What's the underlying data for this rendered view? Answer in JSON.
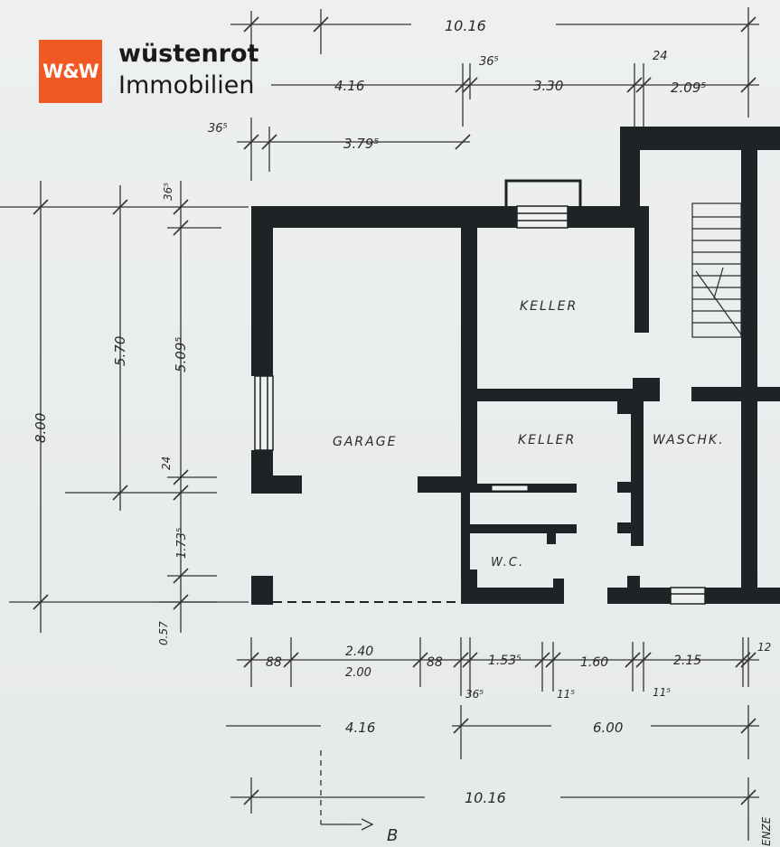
{
  "brand": {
    "logo_mark": "W&W",
    "name_line1": "wüstenrot",
    "name_line2": "Immobilien",
    "accent_color": "#f05a22"
  },
  "rooms": {
    "keller_top": "KELLER",
    "garage": "GARAGE",
    "keller_mid": "KELLER",
    "waschk": "WASCHK.",
    "wc": "W.C."
  },
  "dimensions": {
    "top_total": "10.16",
    "top_416": "4.16",
    "top_365a": "36⁵",
    "top_330": "3.30",
    "top_24": "24",
    "top_2095": "2.09⁵",
    "top_365b": "36⁵",
    "top_3795": "3.79⁵",
    "left_800": "8.00",
    "left_570": "5.70",
    "left_365": "36⁵",
    "left_5095": "5.09⁵",
    "left_24": "24",
    "left_1735": "1.73⁵",
    "left_057": "0.57",
    "bot_88a": "88",
    "bot_240": "2.40",
    "bot_200": "2.00",
    "bot_88b": "88",
    "bot_1535": "1.53⁵",
    "bot_160": "1.60",
    "bot_215": "2.15",
    "bot_12": "12",
    "bot_365": "36⁵",
    "bot_115a": "11⁵",
    "bot_115b": "11⁵",
    "bot_416": "4.16",
    "bot_600": "6.00",
    "bot_total": "10.16",
    "section_mark": "B",
    "edge_text": "ENZE"
  }
}
